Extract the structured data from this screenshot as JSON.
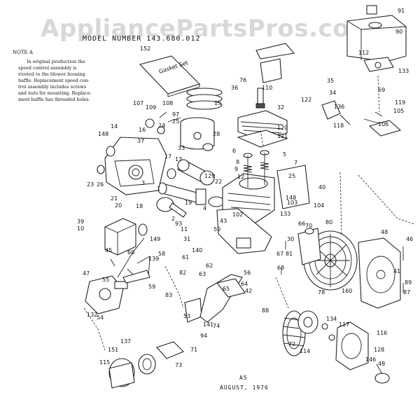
{
  "watermark": "AppliancePartsPros.com",
  "model_line": "MODEL NUMBER 143.680.012",
  "note": {
    "title": "NOTE A",
    "lines": [
      "In original production the",
      "speed control assembly is",
      "riveted to the blower housing",
      "baffle. Replacement speed con-",
      "trol assembly includes screws",
      "and nuts for mounting. Replace-",
      "ment baffle has threaded holes."
    ]
  },
  "gasket_set_label": "Gasket Set",
  "footer": {
    "page": "A5",
    "date": "AUGUST, 1976"
  },
  "part_numbers": [
    "152",
    "91",
    "90",
    "112",
    "133",
    "15",
    "76",
    "36",
    "110",
    "35",
    "34",
    "69",
    "119",
    "105",
    "122",
    "136",
    "118",
    "106",
    "107",
    "109",
    "108",
    "97",
    "25",
    "16",
    "24",
    "28",
    "148",
    "14",
    "37",
    "33",
    "32",
    "120",
    "121",
    "5",
    "7",
    "6",
    "8",
    "9",
    "12",
    "17",
    "13",
    "129",
    "22",
    "3",
    "1",
    "25",
    "148",
    "23",
    "26",
    "21",
    "20",
    "18",
    "19",
    "4",
    "2",
    "93",
    "133",
    "103",
    "104",
    "40",
    "39",
    "10",
    "11",
    "43",
    "102",
    "50",
    "31",
    "149",
    "30",
    "80",
    "70",
    "66",
    "48",
    "46",
    "45",
    "60",
    "58",
    "139",
    "140",
    "61",
    "62",
    "63",
    "67",
    "81",
    "68",
    "41",
    "89",
    "87",
    "47",
    "55",
    "59",
    "82",
    "83",
    "56",
    "64",
    "65",
    "42",
    "88",
    "78",
    "160",
    "132",
    "54",
    "53",
    "141",
    "74",
    "94",
    "116",
    "137",
    "71",
    "72",
    "134",
    "117",
    "114",
    "115",
    "151",
    "73",
    "128",
    "146",
    "48"
  ]
}
